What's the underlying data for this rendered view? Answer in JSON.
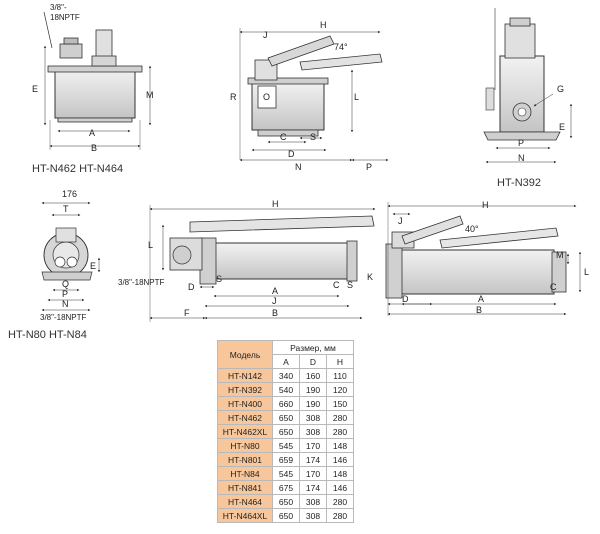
{
  "captions": {
    "top_left": "HT-N462   HT-N464",
    "top_right": "HT-N392",
    "bottom_left": "HT-N80   HT-N84"
  },
  "labels": {
    "port_top": "3/8\"-",
    "port_top2": "18NPTF",
    "dim_176": "176",
    "port_bottom": "3/8\"-18NPTF",
    "port_mid": "3/8\"-18NPTF",
    "angle_74": "74°",
    "angle_40": "40°"
  },
  "table": {
    "header_model": "Модель",
    "header_title": "Размер, мм",
    "columns": [
      "A",
      "D",
      "H"
    ],
    "rows": [
      {
        "model": "HT-N142",
        "values": [
          "340",
          "160",
          "110"
        ]
      },
      {
        "model": "HT-N392",
        "values": [
          "540",
          "190",
          "120"
        ]
      },
      {
        "model": "HT-N400",
        "values": [
          "660",
          "190",
          "150"
        ]
      },
      {
        "model": "HT-N462",
        "values": [
          "650",
          "308",
          "280"
        ]
      },
      {
        "model": "HT-N462XL",
        "values": [
          "650",
          "308",
          "280"
        ]
      },
      {
        "model": "HT-N80",
        "values": [
          "545",
          "170",
          "148"
        ]
      },
      {
        "model": "HT-N801",
        "values": [
          "659",
          "174",
          "146"
        ]
      },
      {
        "model": "HT-N84",
        "values": [
          "545",
          "170",
          "148"
        ]
      },
      {
        "model": "HT-N841",
        "values": [
          "675",
          "174",
          "146"
        ]
      },
      {
        "model": "HT-N464",
        "values": [
          "650",
          "308",
          "280"
        ]
      },
      {
        "model": "HT-N464XL",
        "values": [
          "650",
          "308",
          "280"
        ]
      }
    ]
  },
  "colors": {
    "body": "#e3e3e3",
    "body_dark": "#c9c9c9",
    "model_cell": "#f7c79b",
    "line": "#333333"
  }
}
